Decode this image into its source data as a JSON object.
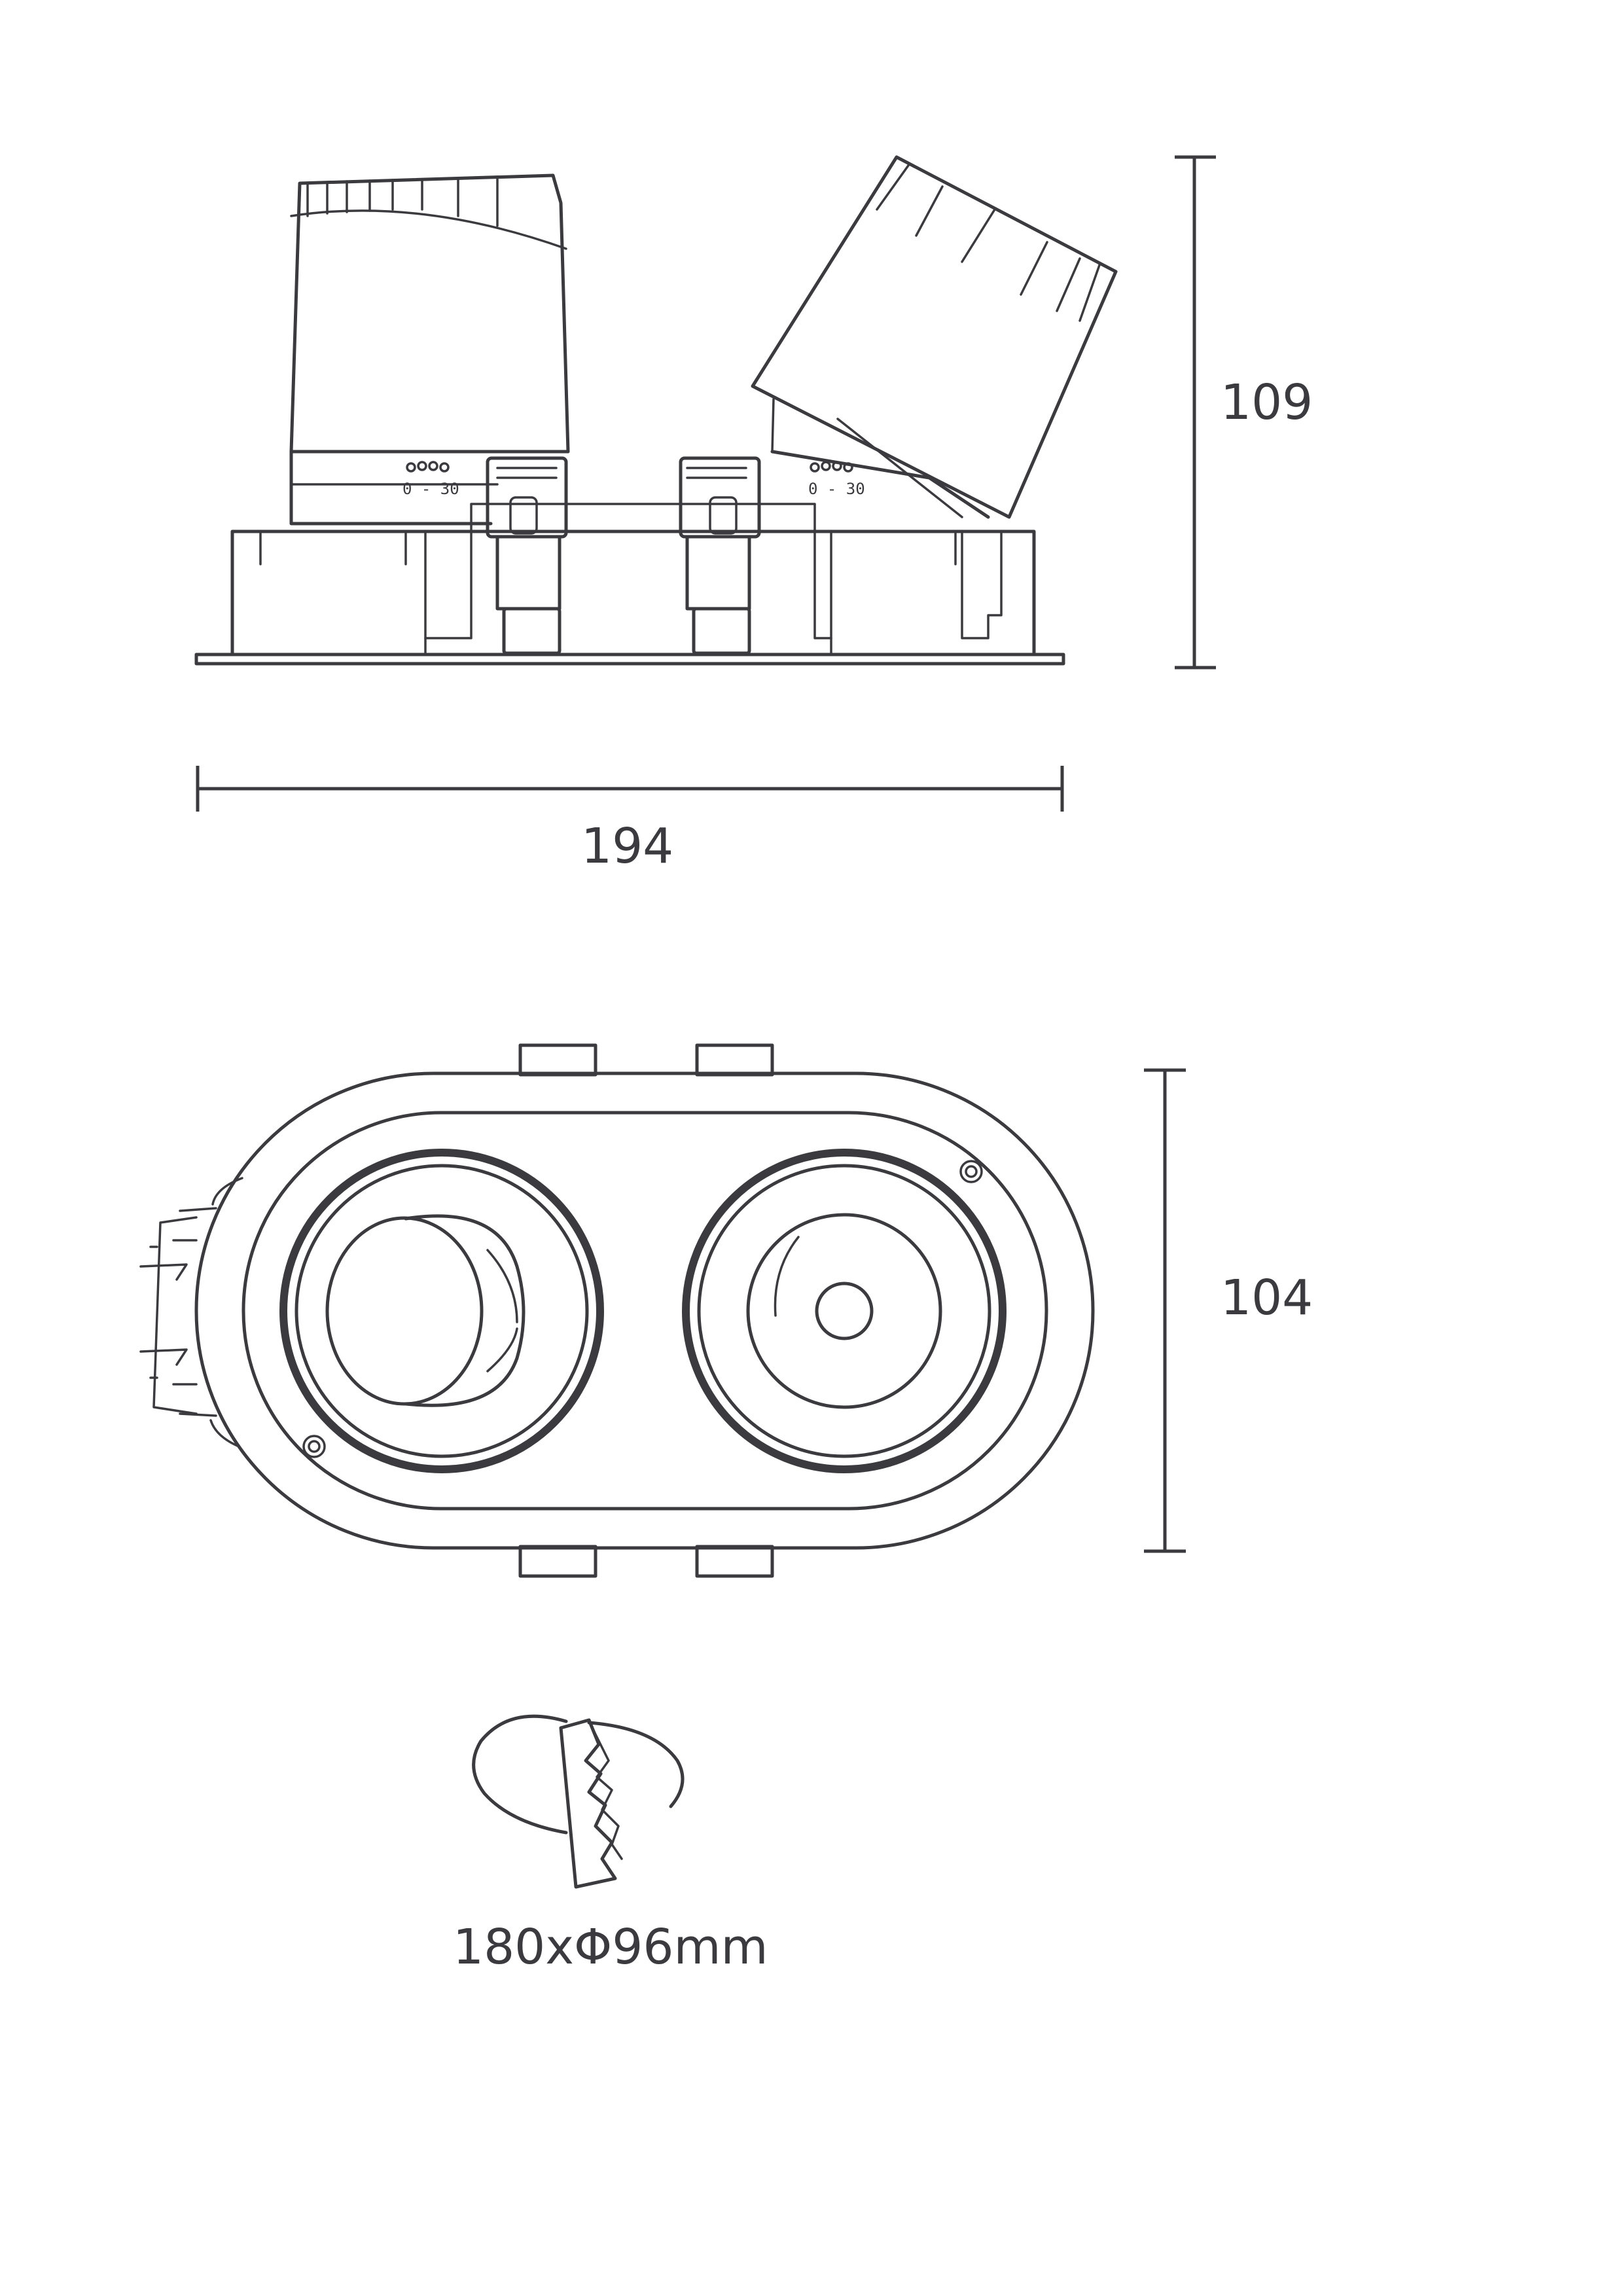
{
  "side_view": {
    "tilt_marks": [
      "0 - 30",
      "0 - 30"
    ]
  },
  "dimensions": {
    "height": "109",
    "width": "194",
    "depth": "104"
  },
  "cutout": {
    "label": "180xΦ96mm"
  },
  "colors": {
    "line": "#3b3a3f",
    "background": "#ffffff"
  }
}
